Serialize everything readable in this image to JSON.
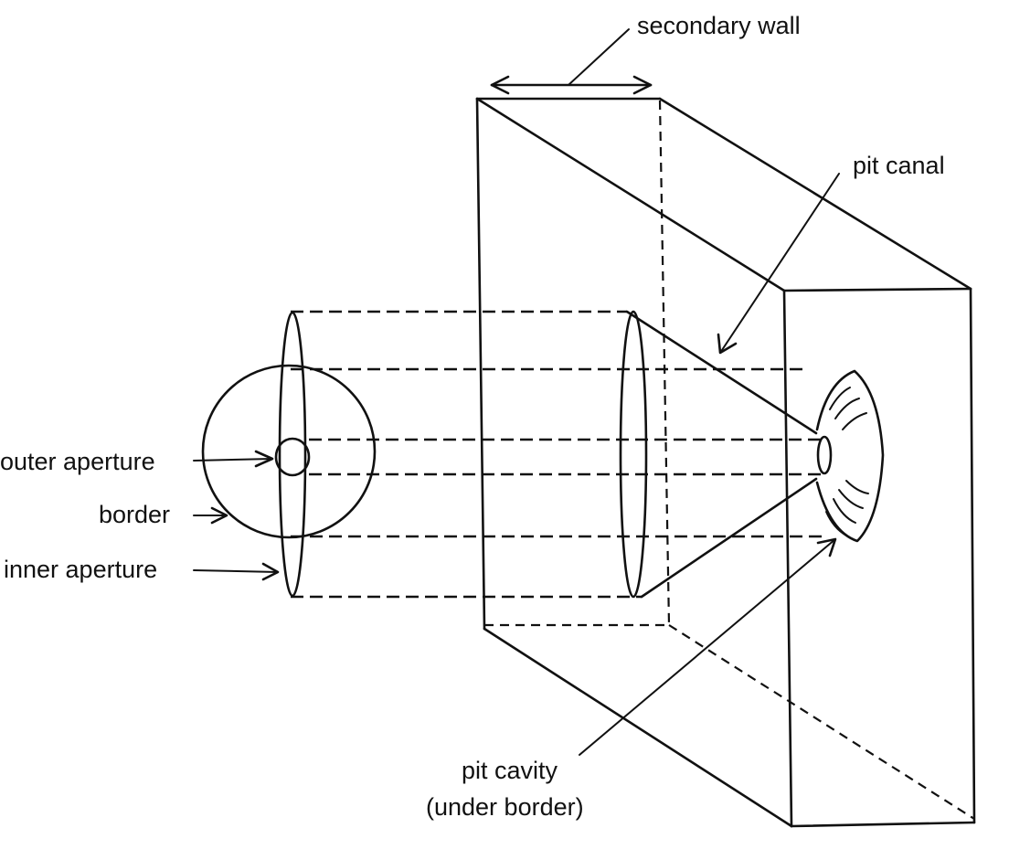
{
  "labels": {
    "secondary_wall": "secondary wall",
    "pit_canal": "pit canal",
    "outer_aperture": "outer aperture",
    "border": "border",
    "inner_aperture": "inner aperture",
    "pit_cavity_line1": "pit cavity",
    "pit_cavity_line2": "(under border)"
  },
  "colors": {
    "ink": "#111111",
    "background": "#ffffff"
  }
}
